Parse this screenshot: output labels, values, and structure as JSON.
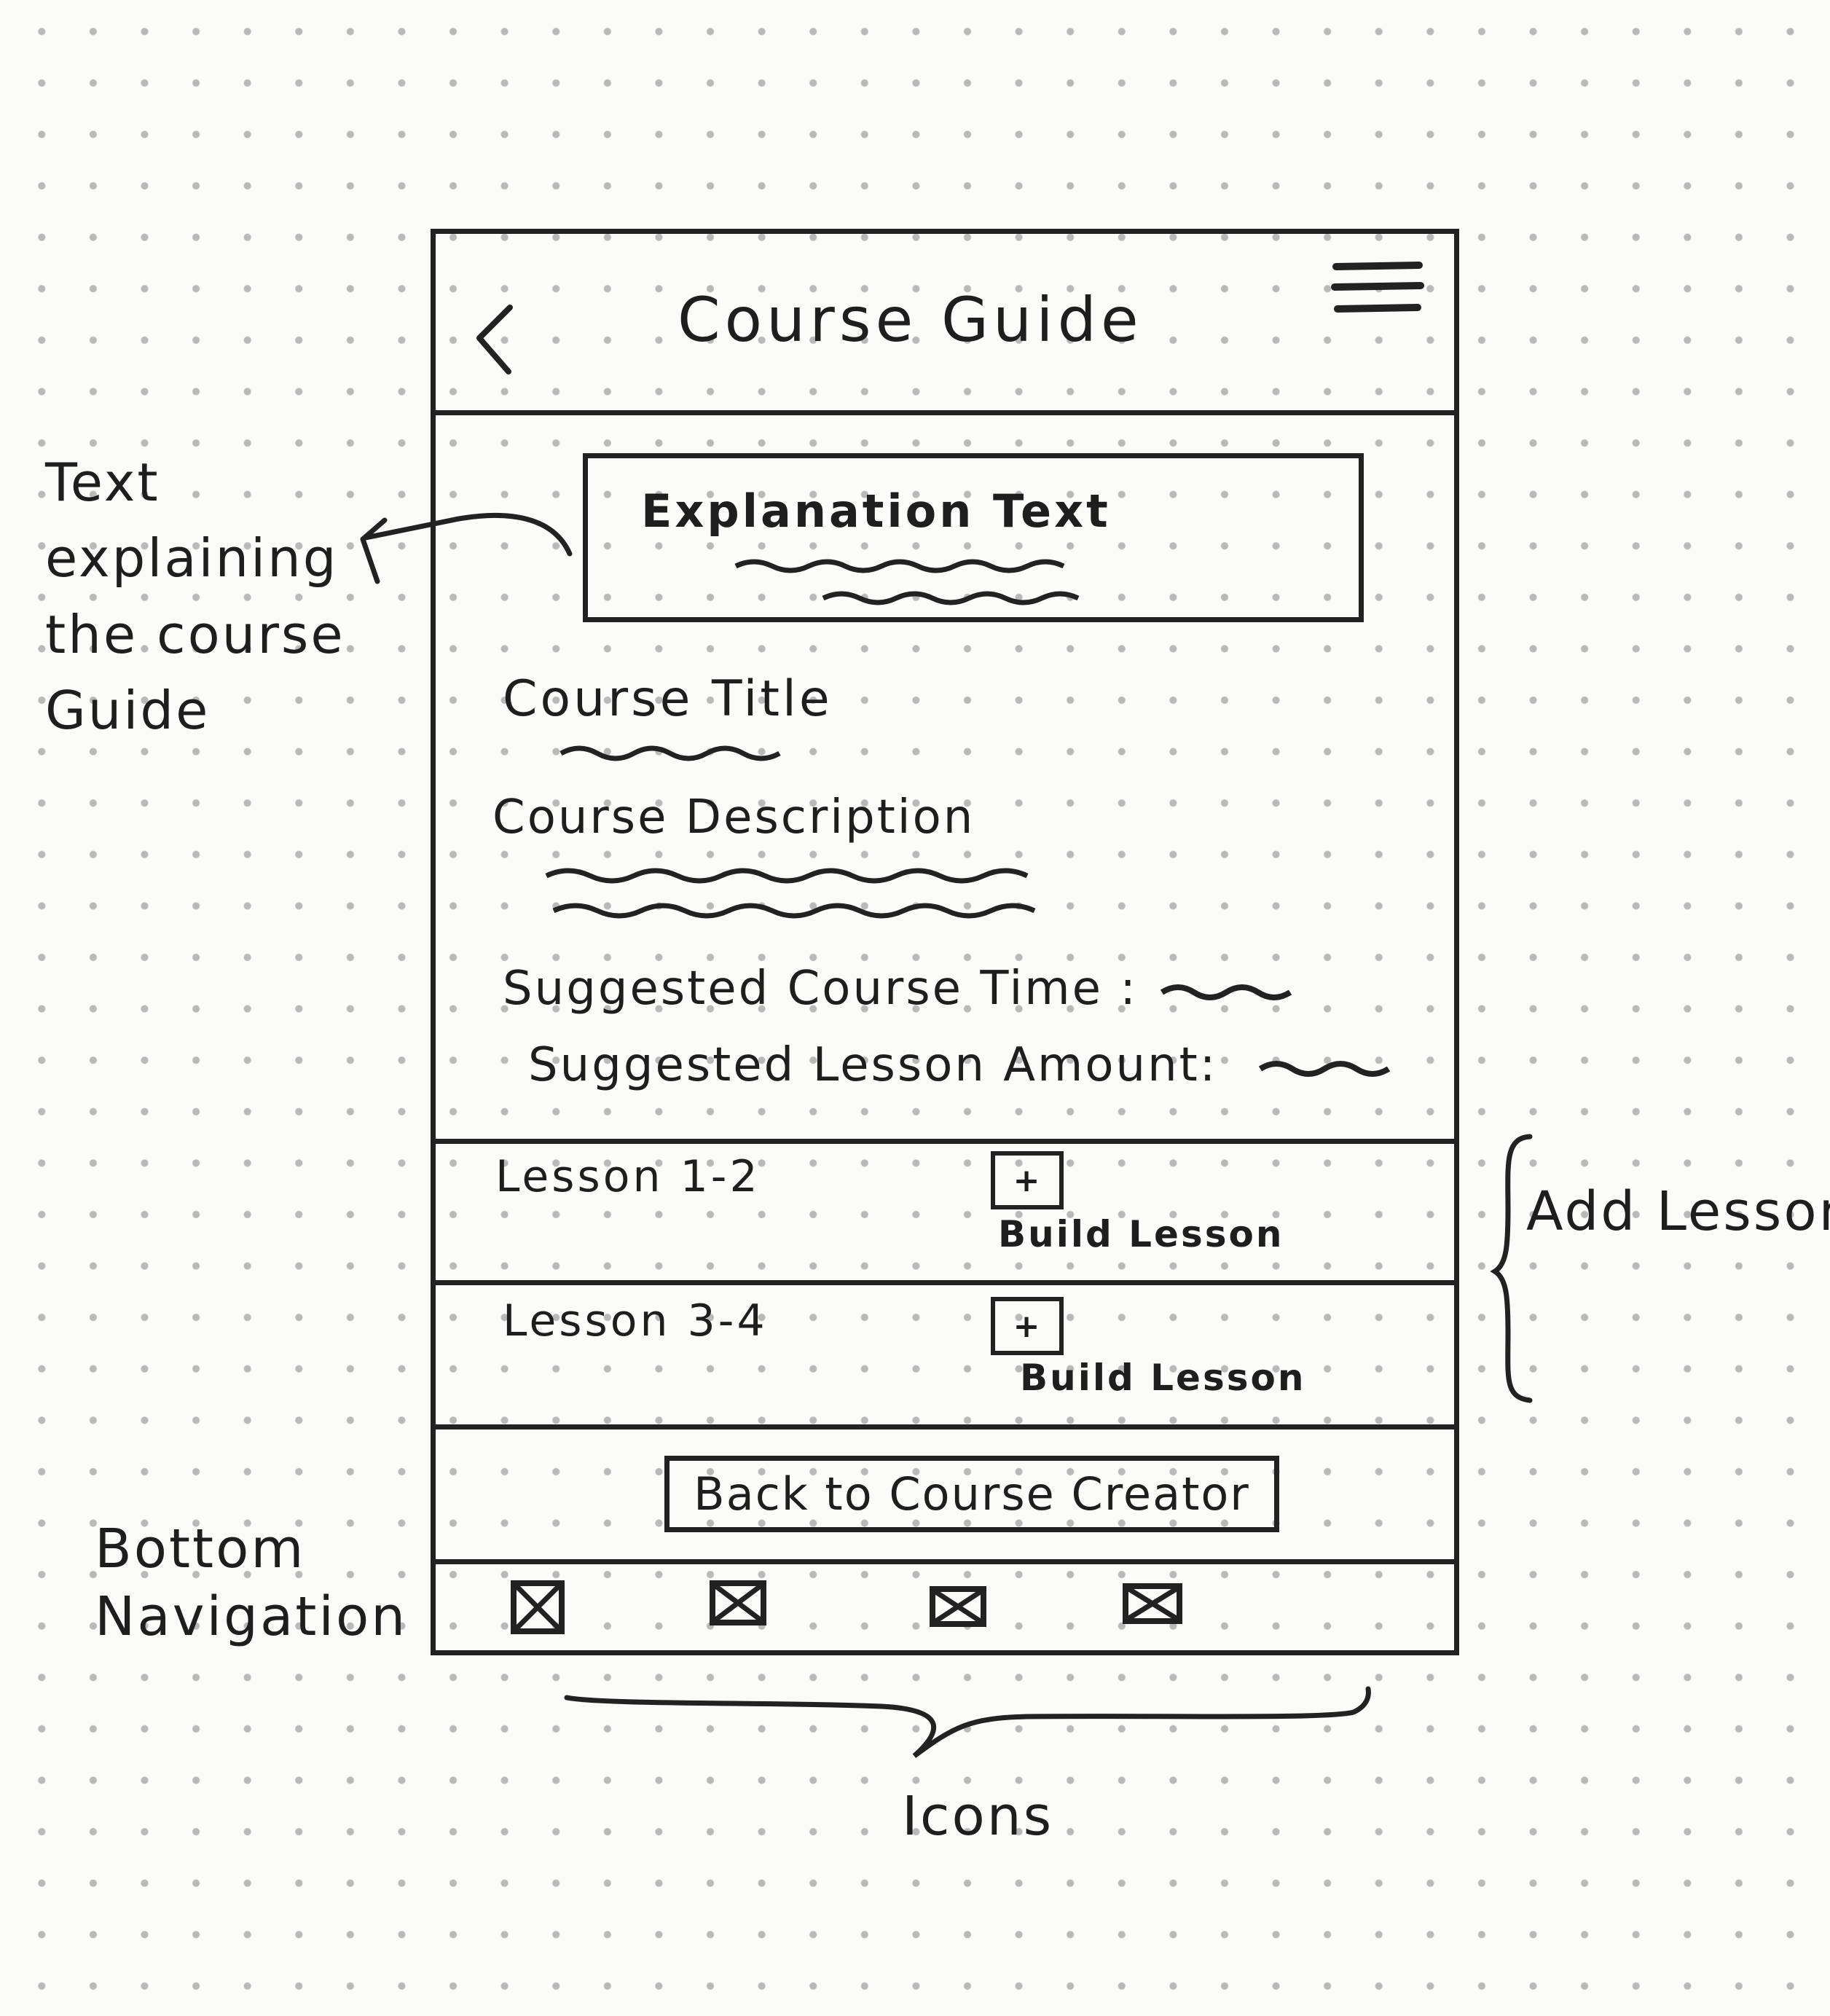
{
  "header": {
    "title": "Course Guide"
  },
  "explanation": {
    "title": "Explanation Text"
  },
  "course": {
    "title_label": "Course Title",
    "description_label": "Course Description",
    "suggested_time_label": "Suggested Course Time :",
    "suggested_lessons_label": "Suggested Lesson Amount:"
  },
  "lessons": [
    {
      "label": "Lesson 1-2",
      "button_symbol": "+",
      "button_label": "Build Lesson"
    },
    {
      "label": "Lesson 3-4",
      "button_symbol": "+",
      "button_label": "Build Lesson"
    }
  ],
  "footer": {
    "back_button_label": "Back to Course Creator"
  },
  "bottom_nav": {
    "icons": [
      "placeholder-icon",
      "placeholder-icon",
      "placeholder-icon",
      "placeholder-icon"
    ]
  },
  "annotations": {
    "text_explaining": [
      "Text",
      "explaining",
      "the course",
      "Guide"
    ],
    "add_lessons": "Add Lessons",
    "bottom_navigation": [
      "Bottom",
      "Navigation"
    ],
    "icons": "Icons"
  },
  "icons": {
    "back": "chevron-left-icon",
    "menu": "hamburger-menu-icon"
  }
}
